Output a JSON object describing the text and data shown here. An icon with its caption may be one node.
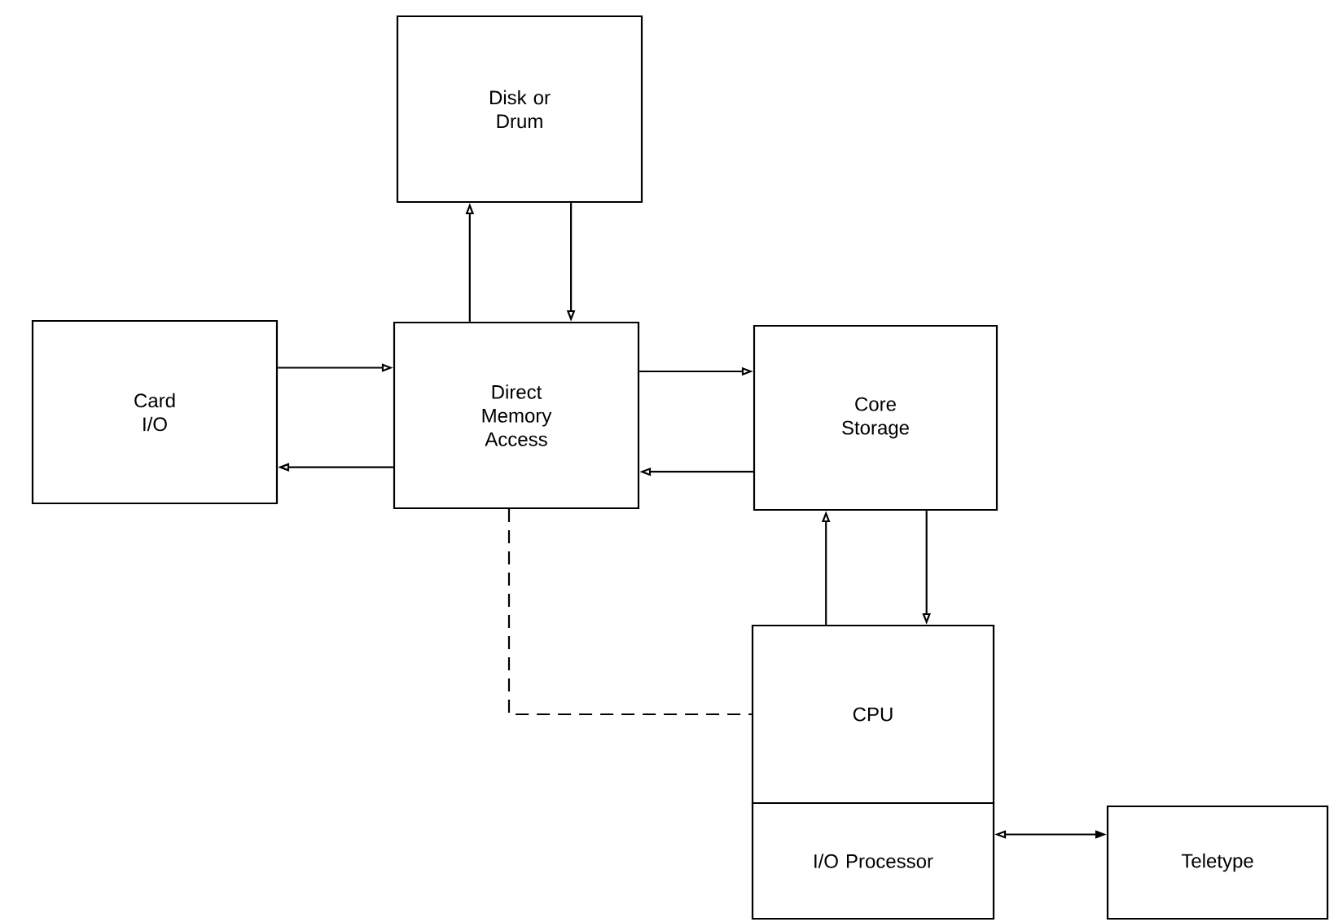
{
  "diagram": {
    "nodes": [
      {
        "text": [
          "Disk or Drum"
        ]
      },
      {
        "text": [
          "Card I/O"
        ]
      },
      {
        "text": [
          "Direct Memory Access"
        ]
      },
      {
        "text": [
          "Core Storage"
        ]
      },
      {
        "text": [
          "CPU"
        ]
      },
      {
        "text": [
          "I/O Processor"
        ]
      },
      {
        "text": [
          "Teletype"
        ]
      }
    ],
    "edges": [
      {
        "from": 2,
        "to": 0,
        "arrow": "to"
      },
      {
        "from": 0,
        "to": 2,
        "arrow": "to"
      },
      {
        "from": 1,
        "to": 2,
        "arrow": "to"
      },
      {
        "from": 2,
        "to": 1,
        "arrow": "to"
      },
      {
        "from": 2,
        "to": 3,
        "arrow": "to"
      },
      {
        "from": 3,
        "to": 2,
        "arrow": "to"
      },
      {
        "from": 4,
        "to": 3,
        "arrow": "to"
      },
      {
        "from": 3,
        "to": 4,
        "arrow": "to"
      },
      {
        "from": 2,
        "to": 4,
        "arrow": "none",
        "style": "dashed"
      },
      {
        "from": 5,
        "to": 6,
        "arrow": "both"
      }
    ]
  }
}
